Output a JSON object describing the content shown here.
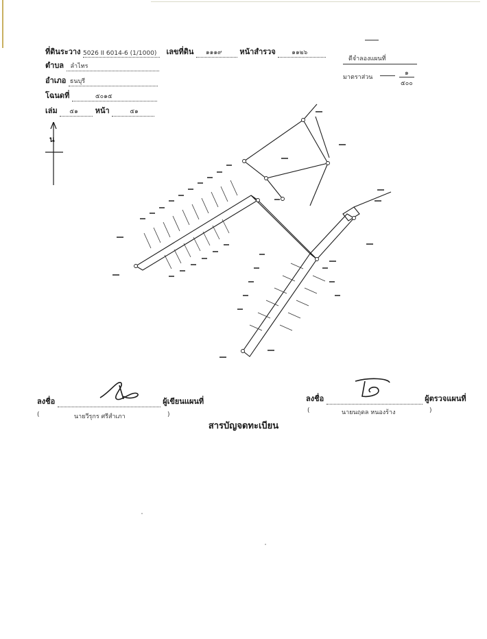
{
  "header": {
    "sheet_label": "ที่ดินระวาง",
    "sheet_value": "5026 II 6014-6 (1/1000)",
    "parcel_no_label": "เลขที่ดิน",
    "parcel_no_value": "๑๑๑๙",
    "survey_page_label": "หน้าสำรวจ",
    "survey_page_value": "๑๑๒๖",
    "subdistrict_label": "ตำบล",
    "subdistrict_value": "ลำไทร",
    "district_label": "อำเภอ",
    "district_value": "ธนบุรี",
    "deed_label": "โฉนดที่",
    "deed_value": "๕๐๑๕",
    "volume_label": "เล่ม",
    "volume_value": "๕๑",
    "page_label": "หน้า",
    "page_value": "๕๑",
    "copy_label": "ดีจำลองแผนที่",
    "scale_label": "มาตราส่วน",
    "scale_numerator": "๑",
    "scale_denominator": "๕๐๐"
  },
  "north_arrow": {
    "label": "น"
  },
  "signatures": {
    "drafter": {
      "sign_label": "ลงชื่อ",
      "role": "ผู้เขียนแผนที่",
      "name": "นายวีรุกร ศรีสำเภา",
      "open_paren": "(",
      "close_paren": ")"
    },
    "checker": {
      "sign_label": "ลงชื่อ",
      "role": "ผู้ตรวจแผนที่",
      "name": "นายนฤดล หนองร้าง",
      "open_paren": "(",
      "close_paren": ")"
    }
  },
  "footer_title": "สารบัญจดทะเบียน",
  "colors": {
    "ink": "#1a1a1a",
    "paper": "#ffffff",
    "faint": "#666666"
  }
}
